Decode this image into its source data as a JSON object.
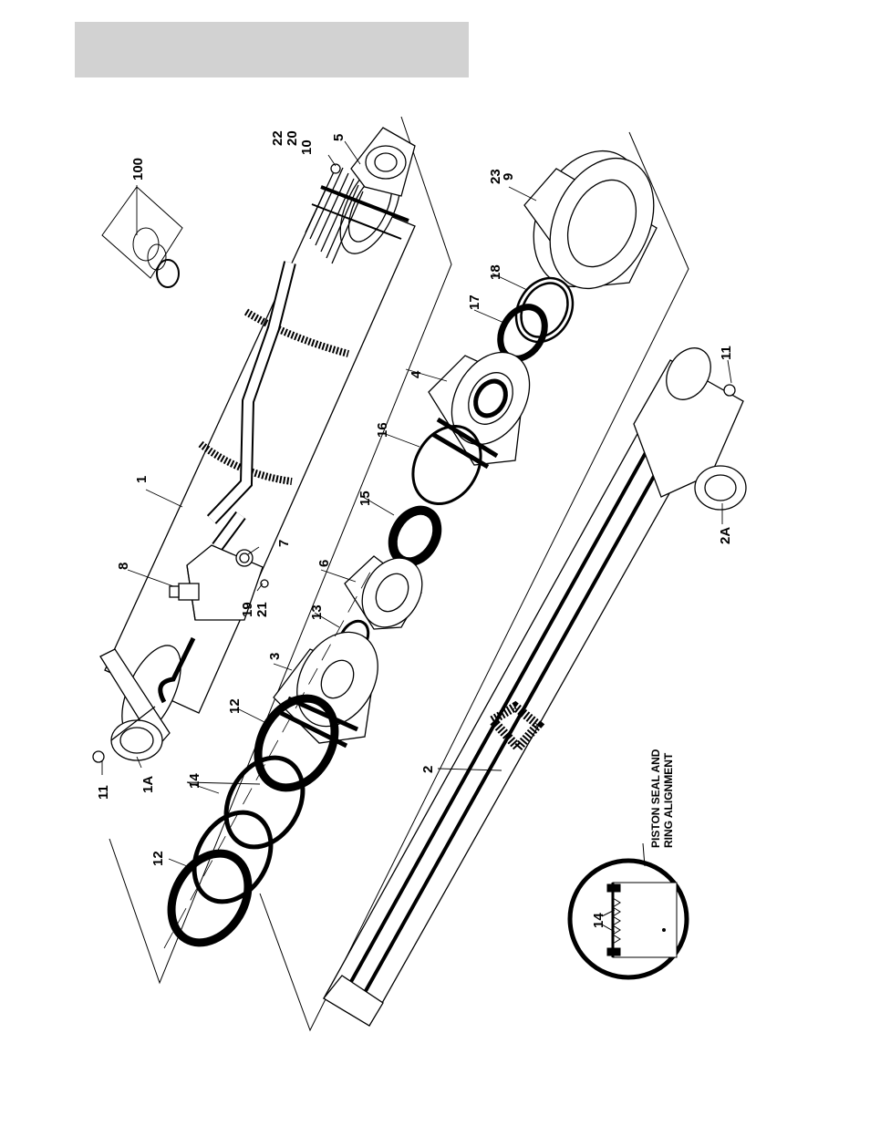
{
  "header": {
    "title": ""
  },
  "labels": {
    "l100": "100",
    "l22": "22",
    "l20": "20",
    "l10": "10",
    "l5": "5",
    "l23": "23",
    "l9": "9",
    "l18": "18",
    "l17": "17",
    "l4": "4",
    "l16": "16",
    "l15": "15",
    "l1": "1",
    "l8": "8",
    "l7": "7",
    "l6": "6",
    "l13": "13",
    "l19": "19",
    "l21": "21",
    "l3": "3",
    "l12a": "12",
    "l14a": "14",
    "l12b": "12",
    "l11a": "11",
    "l1A": "1A",
    "l2": "2",
    "l11b": "11",
    "l2A": "2A",
    "l14b": "14"
  },
  "note": {
    "line1": "PISTON SEAL AND",
    "line2": "RING ALIGNMENT"
  },
  "colors": {
    "header_bar": "#d2d2d2",
    "ink": "#000000"
  }
}
